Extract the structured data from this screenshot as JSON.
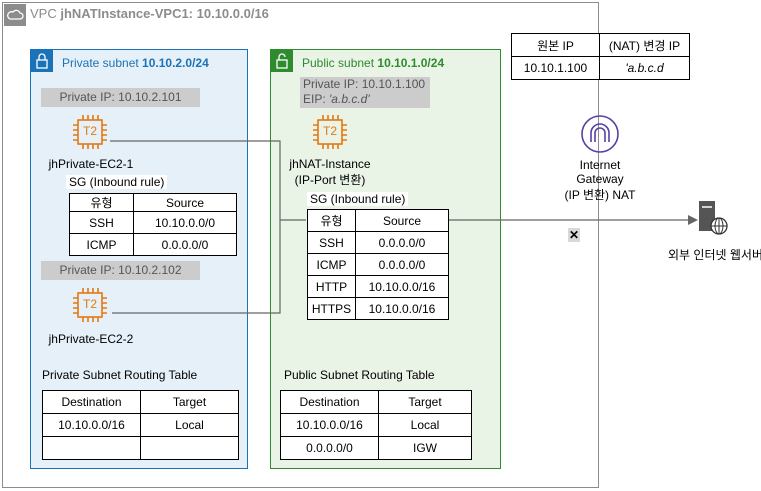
{
  "vpc": {
    "prefix": "VPC ",
    "name": "jhNATInstance-VPC1: 10.10.0.0/16"
  },
  "private_subnet": {
    "prefix": "Private subnet ",
    "cidr": "10.10.2.0/24",
    "ec2_1": {
      "ip": "Private IP: 10.10.2.101",
      "chip": "T2",
      "name": "jhPrivate-EC2-1"
    },
    "ec2_2": {
      "ip": "Private IP: 10.10.2.102",
      "chip": "T2",
      "name": "jhPrivate-EC2-2"
    },
    "sg": {
      "title": "SG (Inbound rule)",
      "header": [
        "유형",
        "Source"
      ],
      "rows": [
        [
          "SSH",
          "10.10.0.0/0"
        ],
        [
          "ICMP",
          "0.0.0.0/0"
        ]
      ]
    },
    "routing": {
      "title": "Private Subnet Routing Table",
      "header": [
        "Destination",
        "Target"
      ],
      "rows": [
        [
          "10.10.0.0/16",
          "Local"
        ],
        [
          "",
          ""
        ]
      ]
    }
  },
  "public_subnet": {
    "prefix": "Public subnet ",
    "cidr": "10.10.1.0/24",
    "nat": {
      "private_ip": "Private IP: 10.10.1.100",
      "eip_prefix": "EIP: ",
      "eip_value": "'a.b.c.d'",
      "chip": "T2",
      "name": "jhNAT-Instance",
      "subname": "(IP-Port 변환)"
    },
    "sg": {
      "title": "SG (Inbound rule)",
      "header": [
        "유형",
        "Source"
      ],
      "rows": [
        [
          "SSH",
          "0.0.0.0/0"
        ],
        [
          "ICMP",
          "0.0.0.0/0"
        ],
        [
          "HTTP",
          "10.10.0.0/16"
        ],
        [
          "HTTPS",
          "10.10.0.0/16"
        ]
      ]
    },
    "routing": {
      "title": "Public Subnet Routing Table",
      "header": [
        "Destination",
        "Target"
      ],
      "rows": [
        [
          "10.10.0.0/16",
          "Local"
        ],
        [
          "0.0.0.0/0",
          "IGW"
        ]
      ]
    }
  },
  "ip_table": {
    "header": [
      "원본 IP",
      "(NAT) 변경 IP"
    ],
    "rows": [
      [
        "10.10.1.100",
        "'a.b.c.d"
      ]
    ]
  },
  "igw": {
    "line1": "Internet",
    "line2": "Gateway",
    "line3": "(IP 변환) NAT"
  },
  "server": {
    "label": "외부 인터넷 웹서버"
  },
  "colors": {
    "private": "#1a73b8",
    "public": "#2e8b2e",
    "ec2": "#e47911",
    "igw": "#5a3fa3",
    "vpc": "#8c8c8c"
  }
}
